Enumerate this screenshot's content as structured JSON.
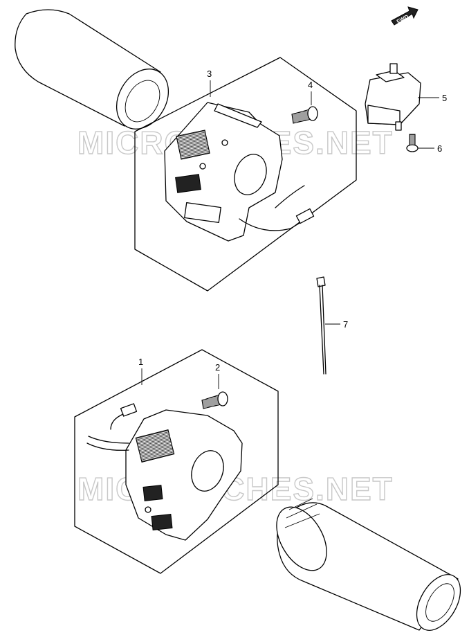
{
  "fwd_label": "FWD",
  "watermark": "MICROFICHES.NET",
  "callouts": {
    "c1": "1",
    "c2": "2",
    "c3": "3",
    "c4": "4",
    "c5": "5",
    "c6": "6",
    "c7": "7"
  }
}
